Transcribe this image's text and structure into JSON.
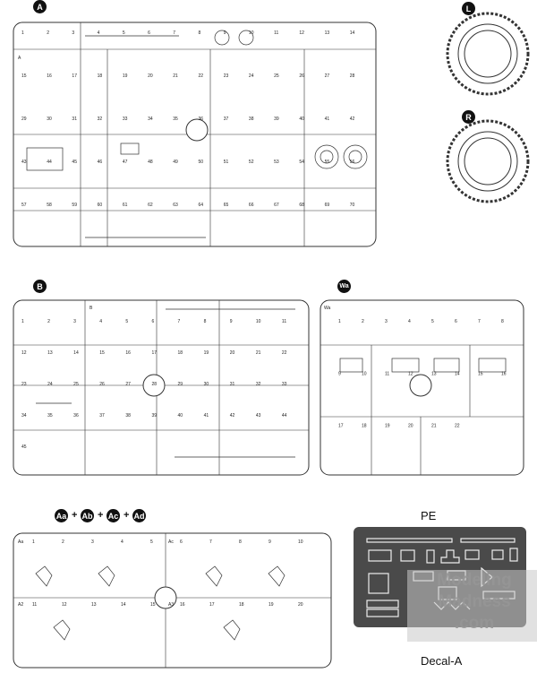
{
  "sprues": {
    "a": {
      "badge": "A",
      "corner": "A",
      "parts": [
        "1",
        "2",
        "3",
        "4",
        "5",
        "6",
        "7",
        "8",
        "9",
        "10",
        "11",
        "12",
        "13",
        "14",
        "15",
        "16",
        "17",
        "18",
        "19",
        "20",
        "21",
        "22",
        "23",
        "24",
        "25",
        "26",
        "27",
        "28",
        "29",
        "30",
        "31",
        "32",
        "33",
        "34",
        "35",
        "36",
        "37",
        "38",
        "39",
        "40",
        "41",
        "42",
        "43",
        "44",
        "45",
        "46",
        "47",
        "48",
        "49",
        "50",
        "51",
        "52",
        "53",
        "54",
        "55",
        "56",
        "57",
        "58",
        "59",
        "60",
        "61",
        "62",
        "63",
        "64",
        "65",
        "66",
        "67",
        "68",
        "69",
        "70"
      ]
    },
    "l": {
      "badge": "L"
    },
    "r": {
      "badge": "R"
    },
    "b": {
      "badge": "B",
      "corner": "B",
      "parts": [
        "1",
        "2",
        "3",
        "4",
        "5",
        "6",
        "7",
        "8",
        "9",
        "10",
        "11",
        "12",
        "13",
        "14",
        "15",
        "16",
        "17",
        "18",
        "19",
        "20",
        "21",
        "22",
        "23",
        "24",
        "25",
        "26",
        "27",
        "28",
        "29",
        "30",
        "31",
        "32",
        "33",
        "34",
        "35",
        "36",
        "37",
        "38",
        "39",
        "40",
        "41",
        "42",
        "43",
        "44",
        "45"
      ]
    },
    "wa": {
      "badge": "Wa",
      "corner": "Wa",
      "parts": [
        "1",
        "2",
        "3",
        "4",
        "5",
        "6",
        "7",
        "8",
        "9",
        "10",
        "11",
        "12",
        "13",
        "14",
        "15",
        "16",
        "17",
        "18",
        "19",
        "20",
        "21",
        "22"
      ]
    },
    "aa": {
      "badges": [
        "Aa",
        "Ab",
        "Ac",
        "Ad"
      ],
      "plus": "+",
      "corners": [
        "Aa",
        "Ac",
        "A2",
        "A3"
      ],
      "parts": [
        "1",
        "2",
        "3",
        "4",
        "5",
        "6",
        "7",
        "8",
        "9",
        "10",
        "11",
        "12",
        "13",
        "14",
        "15",
        "16",
        "17",
        "18",
        "19",
        "20"
      ]
    }
  },
  "pe": {
    "title": "PE"
  },
  "decal": {
    "title": "Decal-A"
  },
  "watermark": {
    "line1": "Modeling",
    "line2": "Madness",
    "line3": ".com"
  }
}
